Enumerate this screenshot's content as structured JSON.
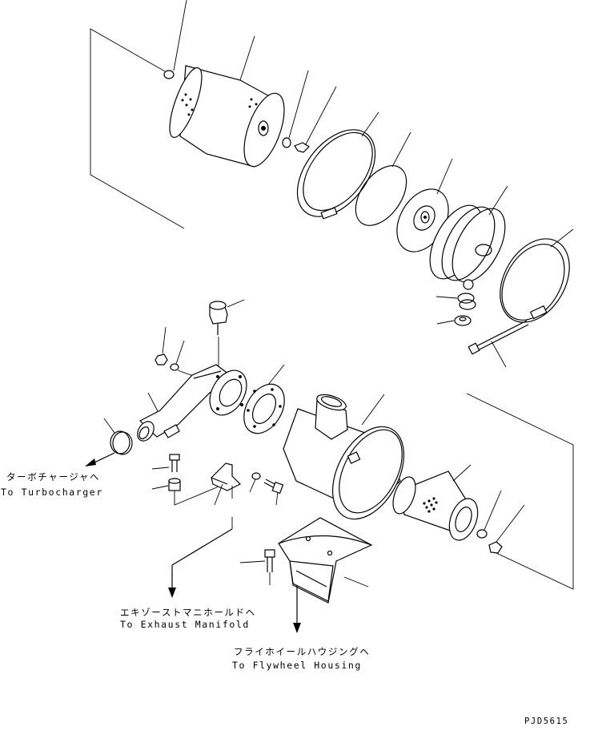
{
  "labels": {
    "turbo_ja": "ターボチャージャヘ",
    "turbo_en": "To Turbocharger",
    "exhaust_ja": "エキゾーストマニホールドヘ",
    "exhaust_en": "To Exhaust Manifold",
    "flywheel_ja": "フライホイールハウジングヘ",
    "flywheel_en": "To Flywheel Housing",
    "drawing_no": "PJD5615"
  }
}
